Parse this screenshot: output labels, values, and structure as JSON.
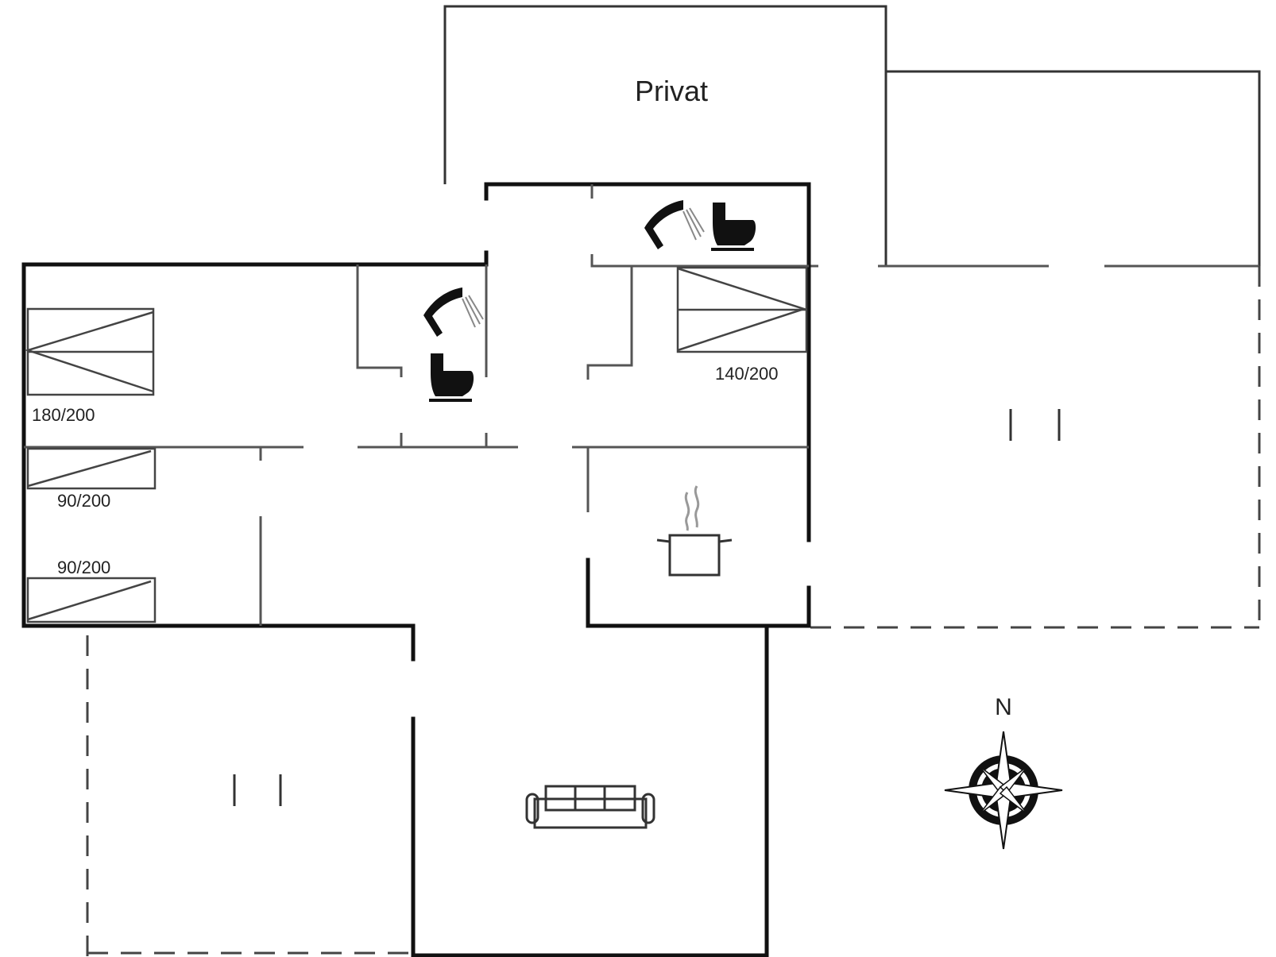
{
  "plan": {
    "rooms": {
      "private_label": "Privat"
    },
    "beds": {
      "bed_master": "180/200",
      "bed_single_1": "90/200",
      "bed_single_2": "90/200",
      "bed_double": "140/200"
    },
    "compass": {
      "north_label": "N"
    },
    "icons": [
      "shower-icon",
      "toilet-icon",
      "cooking-pot-icon",
      "sofa-icon",
      "compass-rose-icon"
    ]
  }
}
